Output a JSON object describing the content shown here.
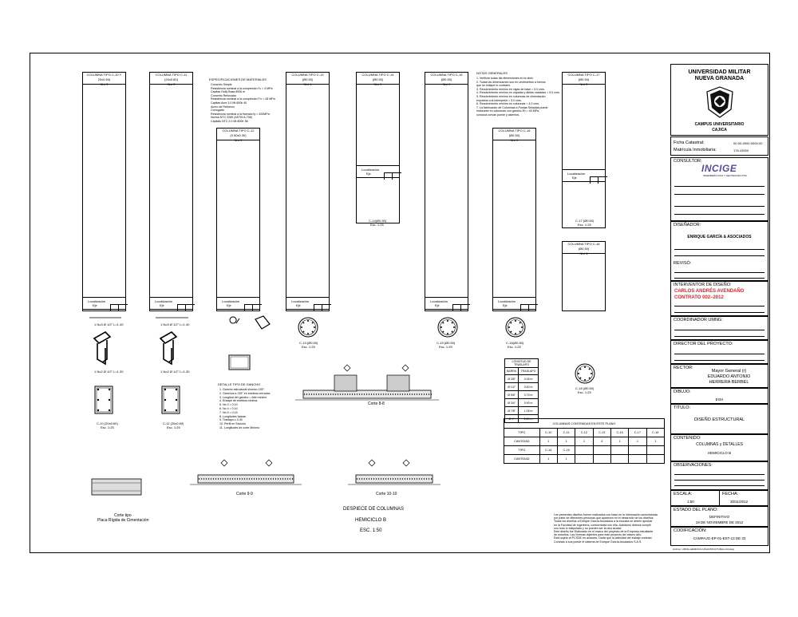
{
  "columns": [
    {
      "title": "COLUMNA TIPO C-10 Y 20x0.60)",
      "subtitle": "Nivi 2"
    },
    {
      "title": "COLUMNA TIPO C-11 (20x0.60)",
      "subtitle": "Nivi 2"
    },
    {
      "title": "COLUMNA TIPO C-13 (Ø0.50)",
      "subtitle": "Nivi 4"
    },
    {
      "title": "COLUMNA TIPO C-14 (Ø0.50)",
      "subtitle": "Nivi 2"
    },
    {
      "title": "COLUMNA TIPO C-15 (Ø0.50)",
      "subtitle": "Nivi 2"
    },
    {
      "title": "COLUMNA TIPO C-17 (Ø0.50)",
      "subtitle": "Nivi 2"
    }
  ],
  "inner_columns": [
    {
      "title": "COLUMNA TIPO C-12 (0.50x0.30)",
      "subtitle": "Nivi 2"
    },
    {
      "title": "COLUMNA TIPO C-16 (Ø0.50)",
      "subtitle": "Nivi 2"
    },
    {
      "title": "COLUMNA TIPO C-18 (Ø0.50)",
      "subtitle": "Nivi 4"
    }
  ],
  "specs": {
    "title": "ESPECIFICACIONES DE MATERIALES",
    "lines": [
      "Concreto Simple",
      "Resistencia nominal a la compresión f'c = 3 MPa",
      "Capitas Hully Basa 800k m",
      "Concreto Reforzado",
      "Resistencia nominal a la compresión F'c = 28 MPa",
      "Capitas Acre 3.0 Mt 800k 40",
      "Acero de Refuerzo",
      "Corrugado",
      "Resistencia nominal a la fluencia fy = 420MPa",
      "Norma NTC 2289 (ASTM A-706)",
      "Capitals NTC 2.0 Mt 800K 56"
    ]
  },
  "notes": {
    "title": "NOTAS GENERALES",
    "lines": [
      "1. Verificar todas las dimensiones en la obra.",
      "2. Todas las dimensiones son en centímetros a menos",
      "que se indique lo contrario.",
      "3. Recubrimiento mínimo en vigas de base = 5.0 cms.",
      "4. Recubrimiento mínimo en zapatas y aletas vaciadas = 5.0 cms.",
      "5. Recubrimiento mínimo en columnas de cimentación",
      "expuesta a la intemperie = 5.0 cms.",
      "6. Recubrimiento mínimo en columnas = 4.0 cms.",
      "7. La fabricación de Columnas a Puntas Selladas puede",
      "realizarse en columnas con gancho 90 = 45 MPa,",
      "conozca curvas puede y asientos."
    ]
  },
  "location_label": "Localización",
  "location_sub": "Eje",
  "section_caps": [
    "C-10 (20x0.60)",
    "C-11 (20x0.60)",
    "C-13 (Ø0.50)",
    "C-14(Ø0.50)",
    "C-15 (Ø0.50)",
    "C-16(Ø0.50)",
    "C-17 (Ø0.50)",
    "C-18 (Ø0.50)"
  ],
  "scale_small": "Esc. 1:25",
  "hook_captions": [
    "1 No3 Ø 1/2\" L=1.40",
    "1 No2 Ø 1/2\" L=1.30"
  ],
  "detail_title": "DETALLE TIPO DE GANCHO",
  "detail_list": [
    "1. Gancho estructural sísmico 135°.",
    "2. Ganchos a 135° en estribos cerrados",
    "3. Longitud del gancho = 6db mínimo",
    "4. Ensaye de estribos mínima",
    "5. No 3 = 0.10",
    "6. No 4 = 0.10",
    "7. No 5 = 0.15",
    "8. Longitudes típicas",
    "9. Traslapo ≥ 0.40",
    "10. Perfil en Sección",
    "11. Longitudes de corte Mínimo"
  ],
  "traslapo": {
    "title": "LONGITUD DE TRASLAPO",
    "headers": [
      "BARRA",
      "TRASLAPO"
    ],
    "rows": [
      [
        "Ø 3/8\"",
        "0.45 m"
      ],
      [
        "Ø 1/2\"",
        "0.60 m"
      ],
      [
        "Ø 5/8\"",
        "0.75 m"
      ],
      [
        "Ø 3/4\"",
        "0.90 m"
      ],
      [
        "Ø 7/8\"",
        "1.05 m"
      ],
      [
        "Ø 1\"",
        "1.20 m"
      ]
    ]
  },
  "columnas_table": {
    "title": "COLUMNAS CONTENIDAS EN ESTE PLANO",
    "headers": [
      "TIPO",
      "C-10",
      "C-11",
      "C-12",
      "C-13",
      "C-15",
      "C-17",
      "C-18"
    ],
    "row1": [
      "CANTIDAD",
      "1",
      "1",
      "1",
      "4",
      "1",
      "1",
      "1"
    ],
    "row2": [
      "TIPO",
      "C-14",
      "C-16"
    ],
    "row3": [
      "CANTIDAD",
      "1",
      "1"
    ]
  },
  "cuts": [
    "Corte 8-8",
    "Corte 9-9",
    "Corte 10-10"
  ],
  "cut_bottom": {
    "label": "Corte tipo",
    "sub": "Placa Rígida de Cimentación"
  },
  "main_caption": {
    "line1": "DESPIECE DE COLUMNAS",
    "line2": "HEMICICLO B",
    "line3": "ESC. 1:50"
  },
  "bottom_note": [
    "Los presentes diseños fueron realizados con base en la información suministrada",
    "por parte de diferentes personas que aparecen en el desarrollo de los diseños.",
    "Todos los diseños a Enrique García Asociados a la escuela se deben aprobar",
    "en la Facultad de Ingeniería, conformidad con ella. Asimismo deberá cumplir",
    "con todo lo estipulado y no pueden ser la otra ciudad.",
    "",
    "Este diseño fue Elaborado en el marco del proyecto de la Empresa estudiante",
    "de estudios, Las Normas vigentes para este proyecto del mismo año.",
    "Está sujeto al PCSDE en avances. Dada que la actividad del trabajo contrato",
    "Contrato a sus puede el sistema de Enrique García Asociados S.A.S."
  ],
  "title_block": {
    "university_l1": "UNIVERSIDAD MILITAR",
    "university_l2": "NUEVA GRANADA",
    "campus_l1": "CAMPUS UNIVERSITARIO",
    "campus_l2": "CAJICA",
    "ficha_label": "Ficha Catastral:",
    "ficha_val": "00-00-0000-0000-00",
    "matricula_label": "Matrícula Inmobiliaria:",
    "matricula_val": "176-43000",
    "consultor_label": "CONSULTOR:",
    "consultor_logo": "INCIGE",
    "consultor_sub": "INGENIERÍA CIVIL Y GEOTECNIA LTDA.",
    "disenador_label": "DISEÑADOR:",
    "disenador_val": "ENRIQUE GARCÍA & ASOCIADOS",
    "reviso_label": "REVISÓ:",
    "interventor_label": "INTERVENTOR DE DISEÑO:",
    "interventor_name": "CARLOS ANDRÉS AVENDAÑO",
    "interventor_contract": "CONTRATO 002–2012",
    "coordinador_label": "COORDINADOR UMNG:",
    "director_label": "DIRECTOR DEL PROYECTO:",
    "rector_label": "RECTOR:",
    "rector_l1": "Mayor General (r)",
    "rector_l2": "EDUARDO ANTONIO",
    "rector_l3": "HERRERA BERBEL",
    "dibujo_label": "DIBUJO:",
    "dibujo_val": "EGH",
    "titulo_label": "TITULO:",
    "titulo_val": "DISEÑO ESTRUCTURAL",
    "contenido_label": "CONTENIDO:",
    "contenido_l1": "COLUMNAS y DETALLES",
    "contenido_l2": "HEMICICLO B",
    "observaciones_label": "OBSERVACIONES:",
    "escala_label": "ESCALA:",
    "escala_val": "1:50",
    "fecha_label": "FECHA:",
    "fecha_val": "30/11/2012",
    "estado_label": "ESTADO DEL PLANO:",
    "estado_l1": "DEFINITIVO",
    "estado_l2": "19 DE NOVIEMBRE DE 2012",
    "codificacion_label": "CODIFICACIÓN:",
    "codificacion_val": "CAMPAJG-EP-01-EST-13 DE 33",
    "archivo": "Archivo: UMNG-HEMICICLO-B-ESTRUCTURAL-013.dwg"
  }
}
